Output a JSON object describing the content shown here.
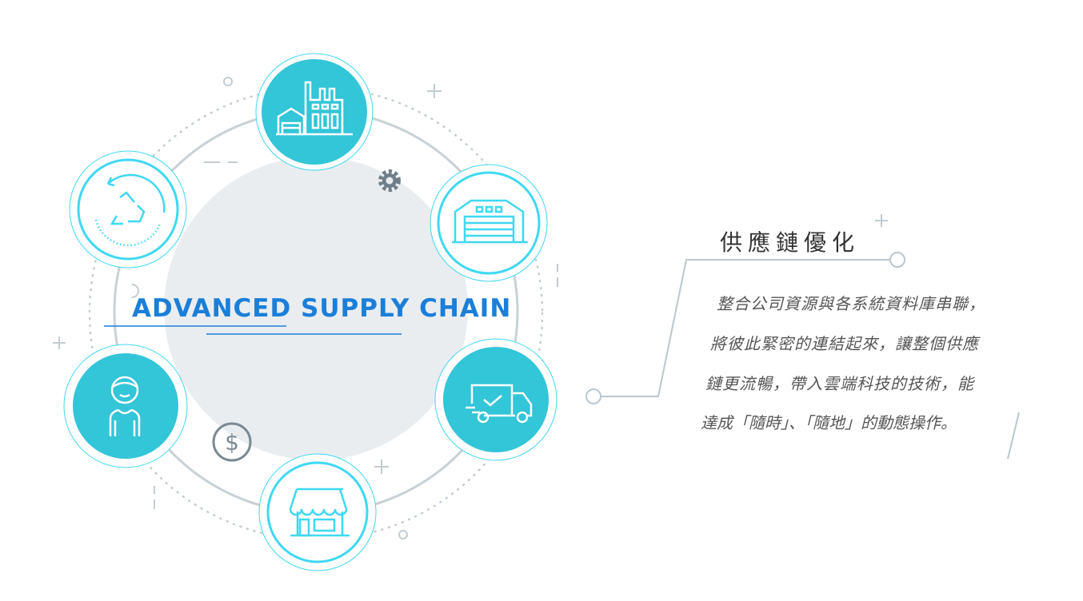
{
  "headline": "ADVANCED SUPPLY CHAIN",
  "section": {
    "title": "供應鏈優化",
    "lines": [
      "整合公司資源與各系統資料庫串聯，",
      "將彼此緊密的連結起來，讓整個供應",
      "鏈更流暢，帶入雲端科技的技術，能",
      "達成「隨時」、「隨地」的動態操作。"
    ]
  },
  "nodes": [
    {
      "name": "factory",
      "icon": "factory-icon",
      "style": "filled"
    },
    {
      "name": "warehouse",
      "icon": "warehouse-icon",
      "style": "outline"
    },
    {
      "name": "delivery",
      "icon": "truck-icon",
      "style": "filled"
    },
    {
      "name": "store",
      "icon": "store-icon",
      "style": "outline"
    },
    {
      "name": "customer",
      "icon": "person-icon",
      "style": "filled"
    },
    {
      "name": "recycle",
      "icon": "recycle-icon",
      "style": "outline"
    }
  ],
  "colors": {
    "teal": "#33c5d8",
    "cyan": "#3fd8f2",
    "blue": "#1a7fd9",
    "gray": "#c2ccd2",
    "disc": "#eaedf0",
    "text": "#555555"
  }
}
